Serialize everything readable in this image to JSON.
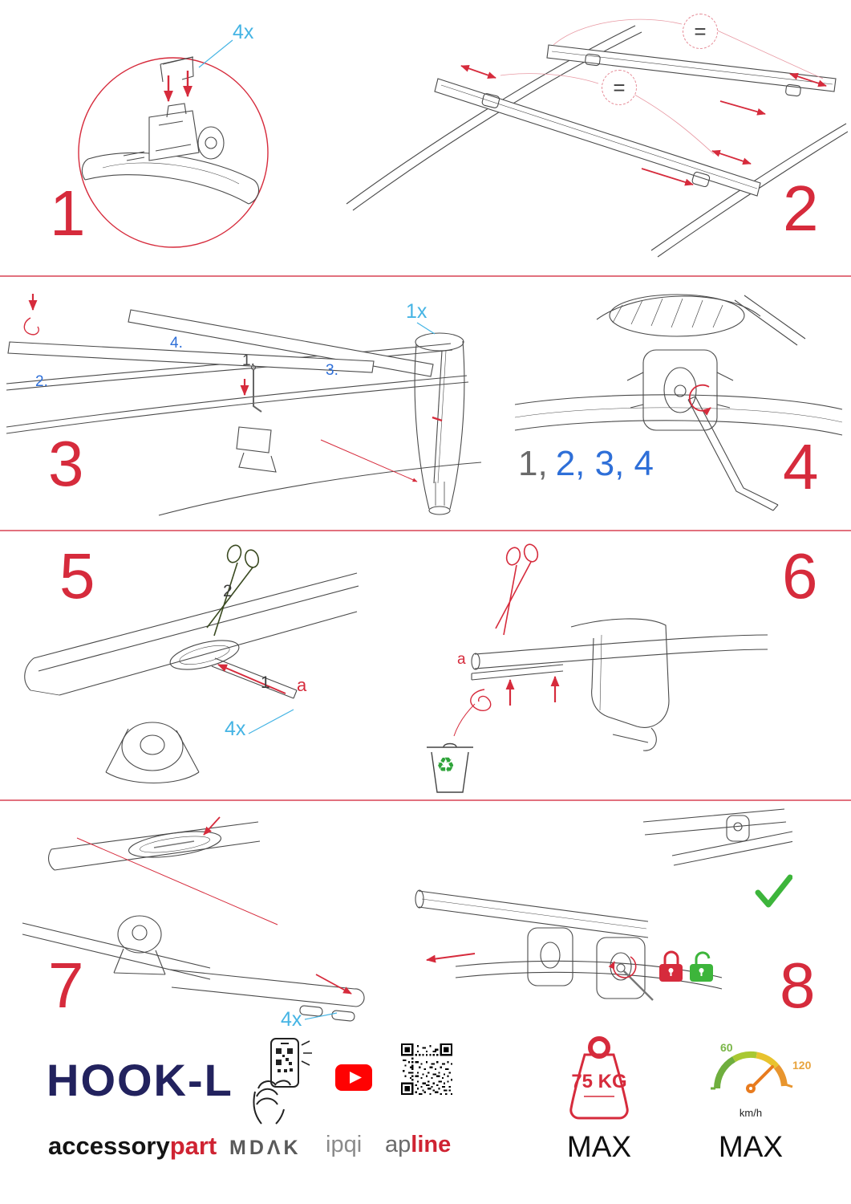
{
  "colors": {
    "accent_red": "#d62b3c",
    "label_blue_light": "#45b4e4",
    "label_blue": "#2e6fd8",
    "ok_green": "#3db53b",
    "brand_navy": "#22225e",
    "youtube_red": "#ff0202"
  },
  "steps": {
    "step1": {
      "number": "1",
      "qty_label": "4x"
    },
    "step2": {
      "number": "2",
      "equal_top": "=",
      "equal_mid": "="
    },
    "step3": {
      "number": "3",
      "qty_label": "1x",
      "sub1": "1.",
      "sub2": "2.",
      "sub3": "3.",
      "sub4": "4."
    },
    "step4": {
      "number": "4",
      "seq_first": "1,",
      "seq_rest": "2, 3, 4"
    },
    "step5": {
      "number": "5",
      "label_cut": "2",
      "label_pull": "1",
      "label_a": "a",
      "qty_label": "4x"
    },
    "step6": {
      "number": "6",
      "label_a": "a",
      "recycle_icon": "♻"
    },
    "step7": {
      "number": "7",
      "qty_label": "4x"
    },
    "step8": {
      "number": "8"
    }
  },
  "footer": {
    "product_name": "HOOK-L",
    "brand_first": "accessory",
    "brand_second": "part",
    "logo_mdak": "MDΛK",
    "logo_ipqi": "ipqi",
    "logo_apline_first": "ap",
    "logo_apline_second": "line",
    "weight_value": "75 KG",
    "weight_max": "MAX",
    "speed_low": "60",
    "speed_high": "120",
    "speed_unit": "km/h",
    "speed_max": "MAX"
  }
}
